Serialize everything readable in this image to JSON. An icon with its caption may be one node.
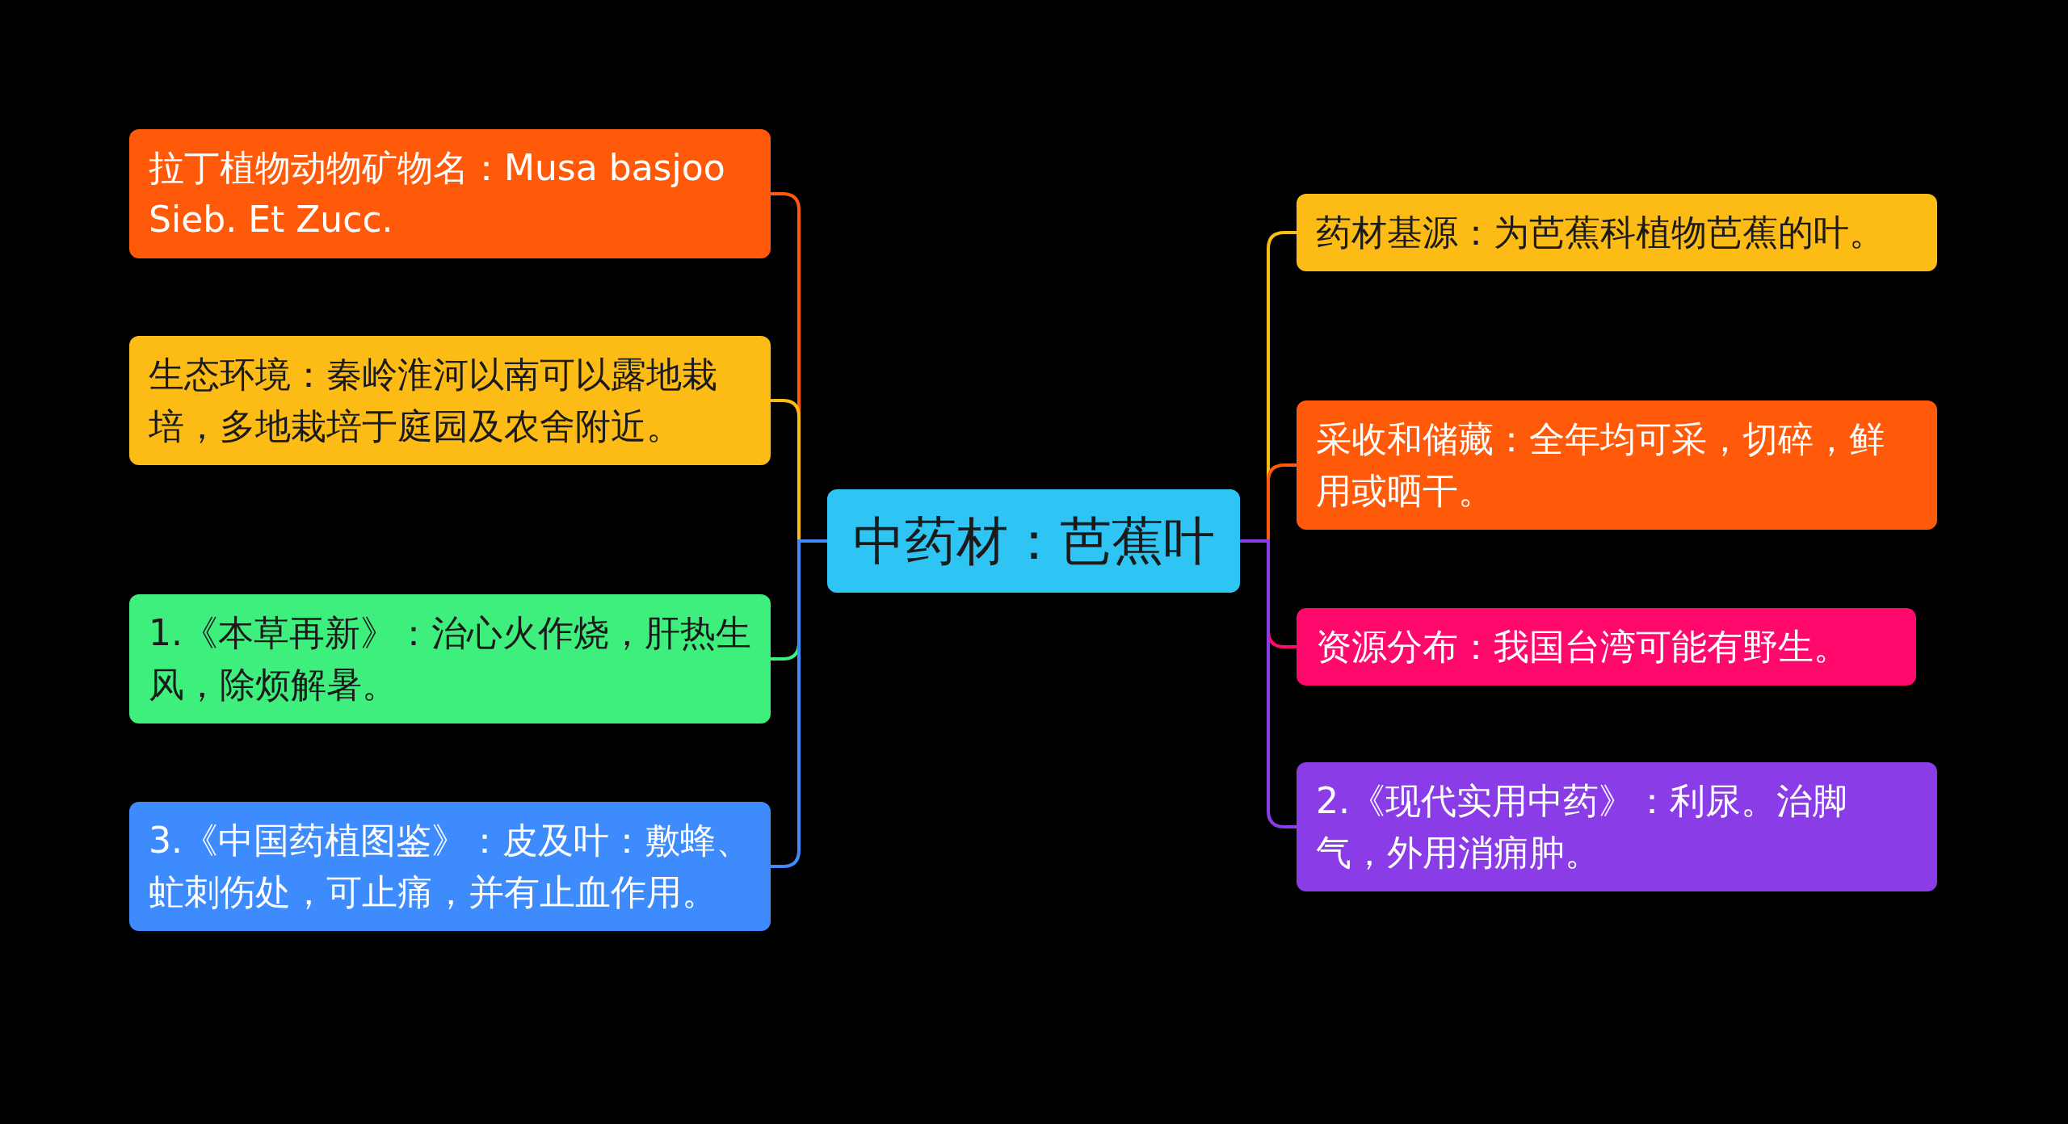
{
  "diagram": {
    "nodes": [
      {
        "text": [
          "中药材：芭蕉叶"
        ]
      },
      {
        "text": [
          "拉丁植物动物矿物名：Musa basjoo Sieb. Et Zucc."
        ]
      },
      {
        "text": [
          "生态环境：秦岭淮河以南可以露地栽培，多地栽培于庭园及农舍附近。"
        ]
      },
      {
        "text": [
          "1.《本草再新》：治心火作烧，肝热生风，除烦解暑。"
        ]
      },
      {
        "text": [
          "3.《中国药植图鉴》：皮及叶：敷蜂、虻刺伤处，可止痛，并有止血作用。"
        ]
      },
      {
        "text": [
          "药材基源：为芭蕉科植物芭蕉的叶。"
        ]
      },
      {
        "text": [
          "采收和储藏：全年均可采，切碎，鲜用或晒干。"
        ]
      },
      {
        "text": [
          "资源分布：我国台湾可能有野生。"
        ]
      },
      {
        "text": [
          "2.《现代实用中药》：利尿。治脚气，外用消痈肿。"
        ]
      }
    ],
    "edges": [
      {
        "from": 0,
        "to": 1,
        "arrow": "none",
        "color": "#ff5a0a"
      },
      {
        "from": 0,
        "to": 2,
        "arrow": "none",
        "color": "#fdbc15"
      },
      {
        "from": 0,
        "to": 3,
        "arrow": "none",
        "color": "#3fef7e"
      },
      {
        "from": 0,
        "to": 4,
        "arrow": "none",
        "color": "#3d8bfd"
      },
      {
        "from": 0,
        "to": 5,
        "arrow": "none",
        "color": "#fdbc15"
      },
      {
        "from": 0,
        "to": 6,
        "arrow": "none",
        "color": "#ff5a0a"
      },
      {
        "from": 0,
        "to": 7,
        "arrow": "none",
        "color": "#ff0a6c"
      },
      {
        "from": 0,
        "to": 8,
        "arrow": "none",
        "color": "#8a3ce6"
      }
    ]
  }
}
